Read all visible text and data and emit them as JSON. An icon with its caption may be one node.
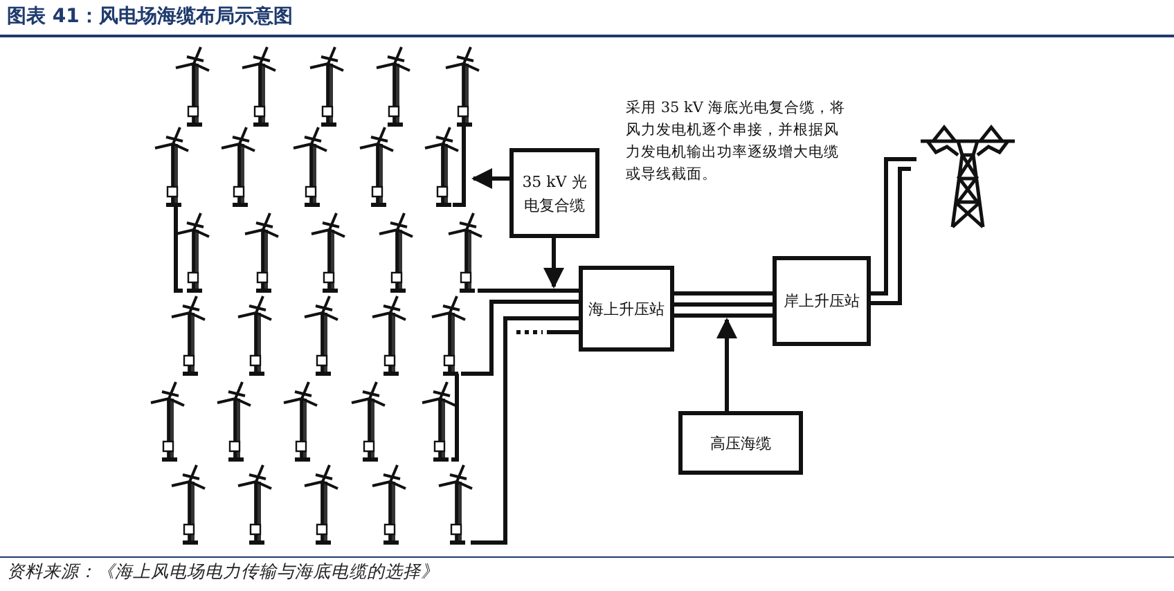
{
  "diagram": {
    "title": "图表 41：风电场海缆布局示意图",
    "caption": "资料来源：《海上风电场电力传输与海底电缆的选择》",
    "nodes": [
      {
        "text": [],
        "shape": "picture"
      },
      {
        "text": [],
        "shape": "picture"
      },
      {
        "text": [],
        "shape": "picture"
      },
      {
        "text": [],
        "shape": "picture"
      },
      {
        "text": [],
        "shape": "picture"
      },
      {
        "text": [],
        "shape": "picture"
      },
      {
        "text": [
          "35 kV 光电复合缆"
        ]
      },
      {
        "text": [
          "海上升压站"
        ]
      },
      {
        "text": [
          "岸上升压站"
        ]
      },
      {
        "text": [],
        "shape": "picture"
      },
      {
        "text": [
          "高压海缆"
        ]
      }
    ],
    "edges": [
      {
        "from": 0,
        "to": 1,
        "arrow": "none"
      },
      {
        "from": 1,
        "to": 2,
        "arrow": "none"
      },
      {
        "from": 2,
        "to": 7,
        "arrow": "none"
      },
      {
        "from": 4,
        "to": 3,
        "arrow": "none"
      },
      {
        "from": 3,
        "to": 7,
        "arrow": "none"
      },
      {
        "from": 5,
        "to": 7,
        "arrow": "none"
      },
      {
        "from": 6,
        "to": 1,
        "arrow": "to"
      },
      {
        "from": 6,
        "to": 7,
        "arrow": "to"
      },
      {
        "from": 7,
        "to": 8,
        "arrow": "none"
      },
      {
        "from": 8,
        "to": 9,
        "arrow": "none"
      },
      {
        "from": 8,
        "to": 9,
        "arrow": "none"
      },
      {
        "from": 10,
        "to": null,
        "arrow": "to"
      }
    ],
    "labels": [
      "采用 35 kV 海底光电复合缆，将风力发电机逐个串接，并根据风力发电机输出功率逐级增大电缆或导线截面。"
    ]
  }
}
